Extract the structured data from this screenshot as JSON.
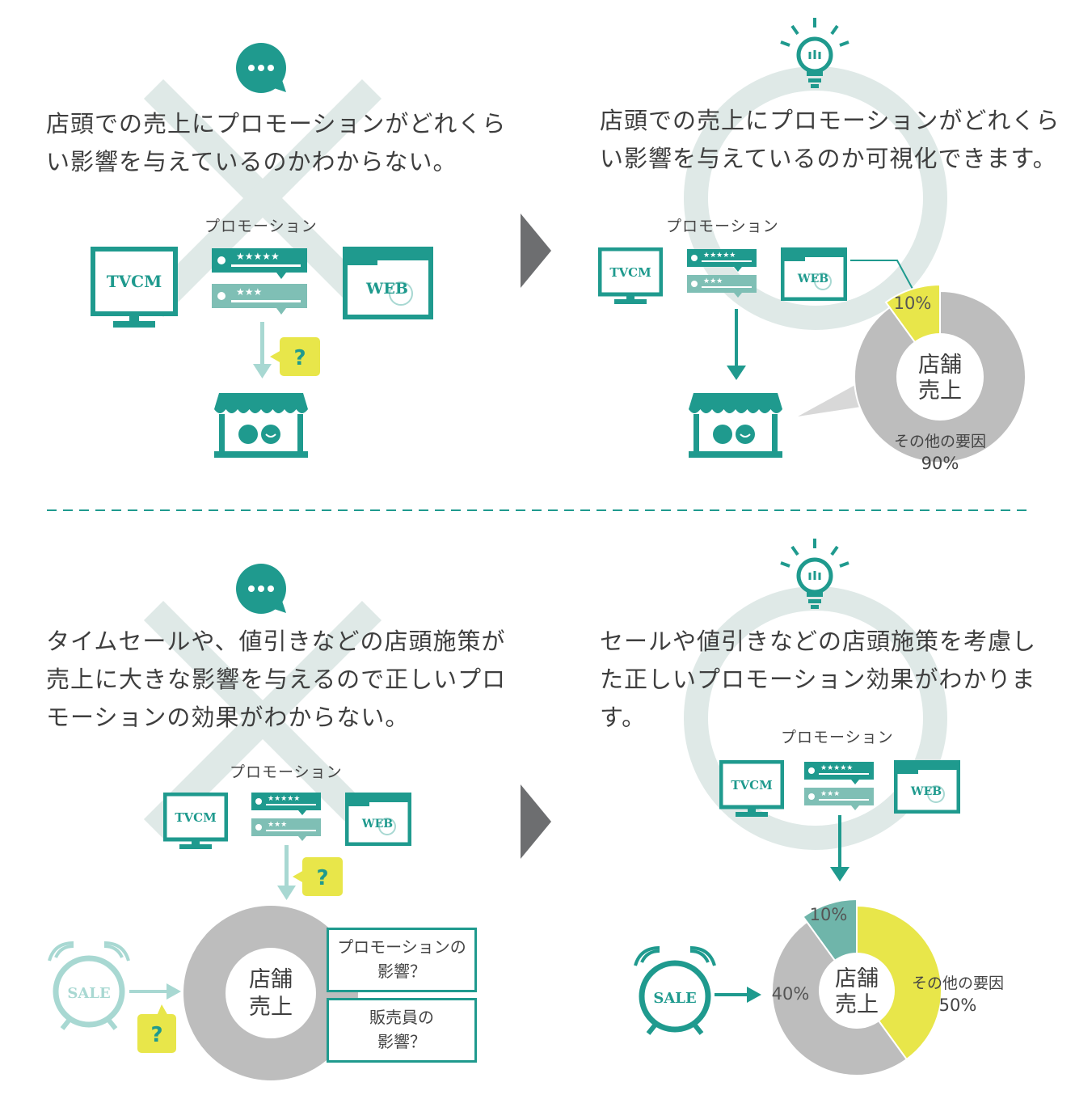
{
  "colors": {
    "teal": "#1f9a8e",
    "teal_light": "#a8d8d2",
    "teal_pale": "#dfe9e7",
    "yellow": "#e8e64a",
    "gray": "#bdbdbd",
    "arrow_gray": "#6d6e70",
    "text": "#3e3e3e"
  },
  "icons": {
    "speech": "speech-bubble-dots-icon",
    "bulb": "lightbulb-icon",
    "cross": "cross-mark-icon",
    "tv": "tv-monitor-icon",
    "review": "review-card-icon",
    "web": "web-folder-icon",
    "question": "question-bubble-icon",
    "store": "store-icon",
    "alarm": "alarm-clock-icon",
    "next": "triangle-arrow-icon"
  },
  "labels": {
    "promotion": "プロモーション",
    "tvcm": "TVCM",
    "web": "WEB",
    "question": "?",
    "sale": "SALE",
    "stars5": "★★★★★",
    "stars3": "★★★"
  },
  "panels": {
    "top_left": {
      "line1": "店頭での売上にプロモーションがどれくら",
      "line2": "い影響を与えているのかわからない。"
    },
    "top_right": {
      "line1": "店頭での売上にプロモーションがどれくら",
      "line2": "い影響を与えているのか可視化できます。"
    },
    "bottom_left": {
      "line1": "タイムセールや、値引きなどの店頭施策が",
      "line2": "売上に大きな影響を与えるので正しいプロ",
      "line3": "モーションの効果がわからない。",
      "box1_line1": "プロモーションの",
      "box1_line2": "影響？",
      "box2_line1": "販売員の",
      "box2_line2": "影響？"
    },
    "bottom_right": {
      "line1": "セールや値引きなどの店頭施策を考慮し",
      "line2": "た正しいプロモーション効果がわかります。"
    }
  },
  "chart_data": [
    {
      "type": "pie",
      "center_label_1": "店舗",
      "center_label_2": "売上",
      "slices": [
        {
          "label": "10%",
          "value": 10
        },
        {
          "label_1": "その他の要因",
          "label_2": "90%",
          "value": 90
        }
      ]
    },
    {
      "type": "pie",
      "center_label_1": "店舗",
      "center_label_2": "売上",
      "slices": [
        {
          "label": "10%",
          "value": 10
        },
        {
          "label": "40%",
          "value": 40
        },
        {
          "label_1": "その他の要因",
          "label_2": "50%",
          "value": 50
        }
      ]
    }
  ]
}
